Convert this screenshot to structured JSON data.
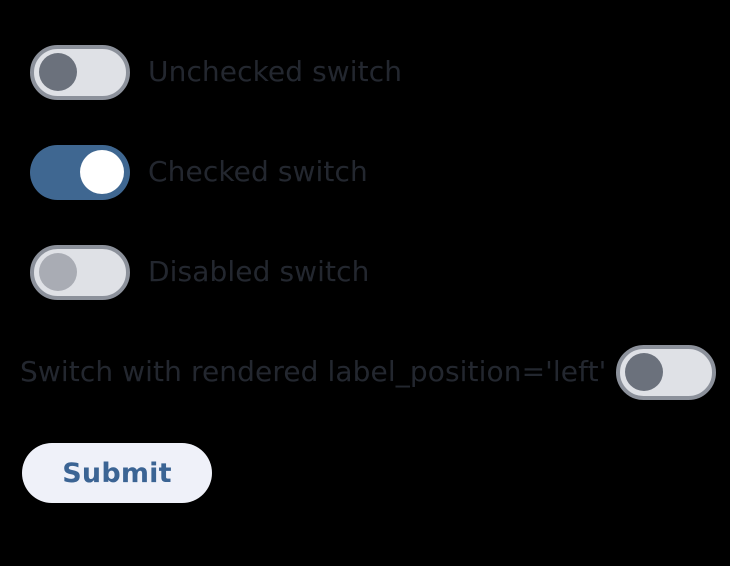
{
  "page": {
    "background_color": "#000000",
    "label_color": "#23272f"
  },
  "switches": [
    {
      "key": "unchecked",
      "label": "Unchecked switch",
      "checked": false,
      "disabled": false,
      "label_position": "right",
      "track_color": "#dfe1e6",
      "border_color": "#8c919b",
      "thumb_color": "#6b717c"
    },
    {
      "key": "checked",
      "label": "Checked switch",
      "checked": true,
      "disabled": false,
      "label_position": "right",
      "track_color": "#3f6791",
      "border_color": "#3f6791",
      "thumb_color": "#ffffff"
    },
    {
      "key": "disabled",
      "label": "Disabled switch",
      "checked": false,
      "disabled": true,
      "label_position": "right",
      "track_color": "#dfe1e6",
      "border_color": "#8c919b",
      "thumb_color": "#a9acb4"
    },
    {
      "key": "label-left",
      "label": "Switch with rendered label_position='left'",
      "checked": false,
      "disabled": false,
      "label_position": "left",
      "track_color": "#dfe1e6",
      "border_color": "#8c919b",
      "thumb_color": "#6b717c"
    }
  ],
  "form": {
    "submit_label": "Submit",
    "submit_background": "#eff1f9",
    "submit_text_color": "#3b6494"
  }
}
